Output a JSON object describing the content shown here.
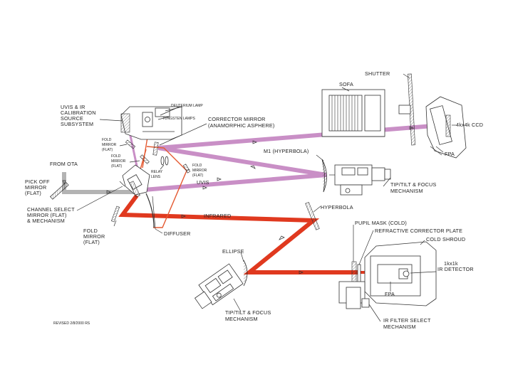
{
  "labels": {
    "shutter": "SHUTTER",
    "sofa": "SOFA",
    "ccd_4k": "4kx4k CCD",
    "fpa_uvis": "FPA",
    "uvis_ir_cal_1": "UVIS & IR",
    "uvis_ir_cal_2": "CALIBRATION",
    "uvis_ir_cal_3": "SOURCE",
    "uvis_ir_cal_4": "SUBSYSTEM",
    "deuterium_lamp": "DEUTERIUM LAMP",
    "tungsten_lamps": "TUNGSTEN LAMPS",
    "corrector_mirror_1": "CORRECTOR MIRROR",
    "corrector_mirror_2": "(ANAMORPHIC ASPHERE)",
    "fold_mirror_a_1": "FOLD",
    "fold_mirror_a_2": "MIRROR",
    "fold_mirror_a_3": "(FLAT)",
    "fold_mirror_b_1": "FOLD",
    "fold_mirror_b_2": "MIRROR",
    "fold_mirror_b_3": "(FLAT)",
    "fold_mirror_c_1": "FOLD",
    "fold_mirror_c_2": "MIRROR",
    "fold_mirror_c_3": "(FLAT)",
    "relay_lens_1": "RELAY",
    "relay_lens_2": "LENS",
    "m1_hyperbola": "M1 (HYPERBOLA)",
    "from_ota": "FROM OTA",
    "pick_off_1": "PICK OFF",
    "pick_off_2": "MIRROR",
    "pick_off_3": "(FLAT)",
    "uvis_beam": "UVIS",
    "tip_tilt_uvis_1": "TIP/TILT & FOCUS",
    "tip_tilt_uvis_2": "MECHANISM",
    "channel_select_1": "CHANNEL SELECT",
    "channel_select_2": "MIRROR (FLAT)",
    "channel_select_3": "& MECHANISM",
    "infrared_beam": "INFRARED",
    "hyperbola": "HYPERBOLA",
    "fold_mirror_d_1": "FOLD",
    "fold_mirror_d_2": "MIRROR",
    "fold_mirror_d_3": "(FLAT)",
    "diffuser": "DIFFUSER",
    "pupil_mask": "PUPIL MASK (COLD)",
    "refractive_corrector": "REFRACTIVE CORRECTOR PLATE",
    "cold_shroud": "COLD SHROUD",
    "ir_detector_1": "1kx1k",
    "ir_detector_2": "IR DETECTOR",
    "ellipse": "ELLIPSE",
    "fpa_ir": "FPA",
    "tip_tilt_ir_1": "TIP/TILT & FOCUS",
    "tip_tilt_ir_2": "MECHANISM",
    "ir_filter_1": "IR FILTER SELECT",
    "ir_filter_2": "MECHANISM",
    "revised": "REVISED 2/8/2000 RS"
  },
  "colors": {
    "uvis_beam": "#c98fc6",
    "ir_beam": "#e0391f",
    "ota_beam": "#b3b3b3",
    "cal_beam": "#e45a32",
    "line": "#333333"
  }
}
